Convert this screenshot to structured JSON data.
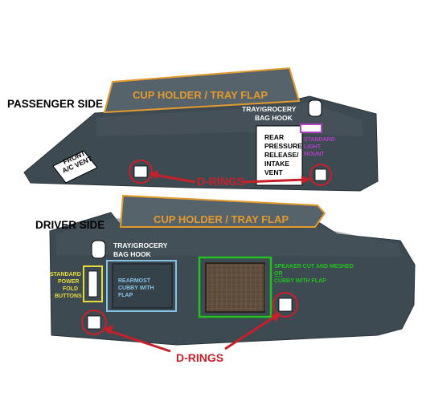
{
  "colors": {
    "panel": "#3e4a52",
    "panel_dark": "#333d44",
    "panel_shade": "#57636b",
    "orange": "#e39a2e",
    "red": "#c8202a",
    "green": "#22c11f",
    "yellow": "#e8dc3c",
    "light_blue": "#86c3e6",
    "purple": "#b23fc4",
    "mesh": "#5c4a3a"
  },
  "passenger": {
    "heading": "PASSENGER SIDE",
    "flap_label": "CUP HOLDER / TRAY FLAP",
    "hook_label_line1": "TRAY/GROCERY",
    "hook_label_line2": "BAG HOOK",
    "vent_label_line1": "FRONT",
    "vent_label_line2": "A/C VENT",
    "rear_vent_lines": [
      "REAR",
      "PRESSURE",
      "RELEASE/",
      "INTAKE",
      "VENT"
    ],
    "purple_lines": [
      "STANDARD",
      "LIGHT",
      "MOUNT"
    ],
    "drings_label": "D-RINGS"
  },
  "driver": {
    "heading": "DRIVER SIDE",
    "flap_label": "CUP HOLDER / TRAY FLAP",
    "hook_label_line1": "TRAY/GROCERY",
    "hook_label_line2": "BAG HOOK",
    "power_fold_lines": [
      "STANDARD",
      "POWER",
      "FOLD",
      "BUTTONS"
    ],
    "cubby_lines": [
      "REARMOST",
      "CUBBY WITH",
      "FLAP"
    ],
    "speaker_line1": "SPEAKER CUT AND MESHED",
    "speaker_or": "OR",
    "speaker_line3": "CUBBY WITH FLAP",
    "drings_label": "D-RINGS"
  }
}
